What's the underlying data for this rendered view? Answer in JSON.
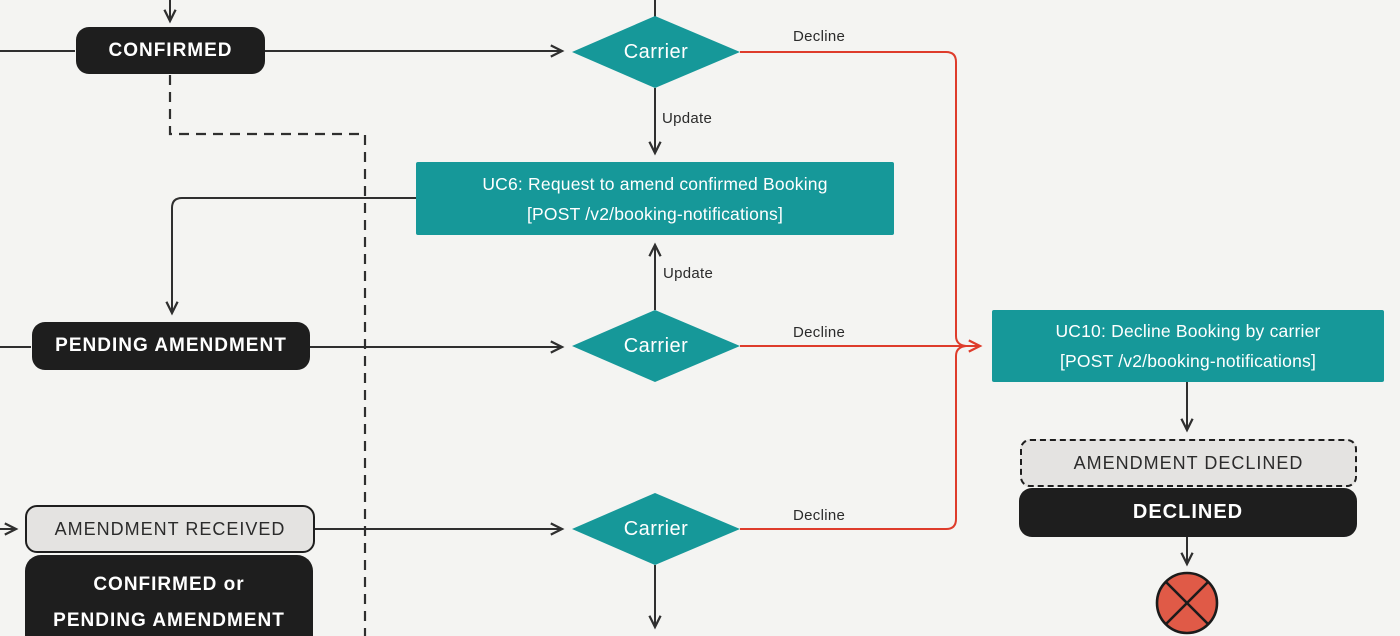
{
  "diagram": {
    "colors": {
      "bg": "#f4f4f2",
      "ink": "#1e1e1e",
      "line": "#2f2f2f",
      "teal": "#169899",
      "red": "#de3c2b",
      "panel": "#e4e3e1",
      "end-fill": "#e05a47"
    },
    "nodes": {
      "confirmed": {
        "label": "CONFIRMED"
      },
      "pending_amendment": {
        "label": "PENDING AMENDMENT"
      },
      "amendment_received": {
        "label": "AMENDMENT RECEIVED"
      },
      "confirmed_or_pending": {
        "line1": "CONFIRMED or",
        "line2": "PENDING AMENDMENT"
      },
      "uc6": {
        "line1": "UC6: Request to amend confirmed Booking",
        "line2": "[POST /v2/booking-notifications]"
      },
      "uc10": {
        "line1": "UC10: Decline Booking by carrier",
        "line2": "[POST /v2/booking-notifications]"
      },
      "amendment_declined": {
        "label": "AMENDMENT DECLINED"
      },
      "declined": {
        "label": "DECLINED"
      },
      "carrier_top": {
        "label": "Carrier"
      },
      "carrier_middle": {
        "label": "Carrier"
      },
      "carrier_bottom": {
        "label": "Carrier"
      }
    },
    "edge_labels": {
      "decline_top": "Decline",
      "update_into_uc6": "Update",
      "update_from_carrier": "Update",
      "decline_middle": "Decline",
      "decline_bottom": "Decline"
    }
  }
}
